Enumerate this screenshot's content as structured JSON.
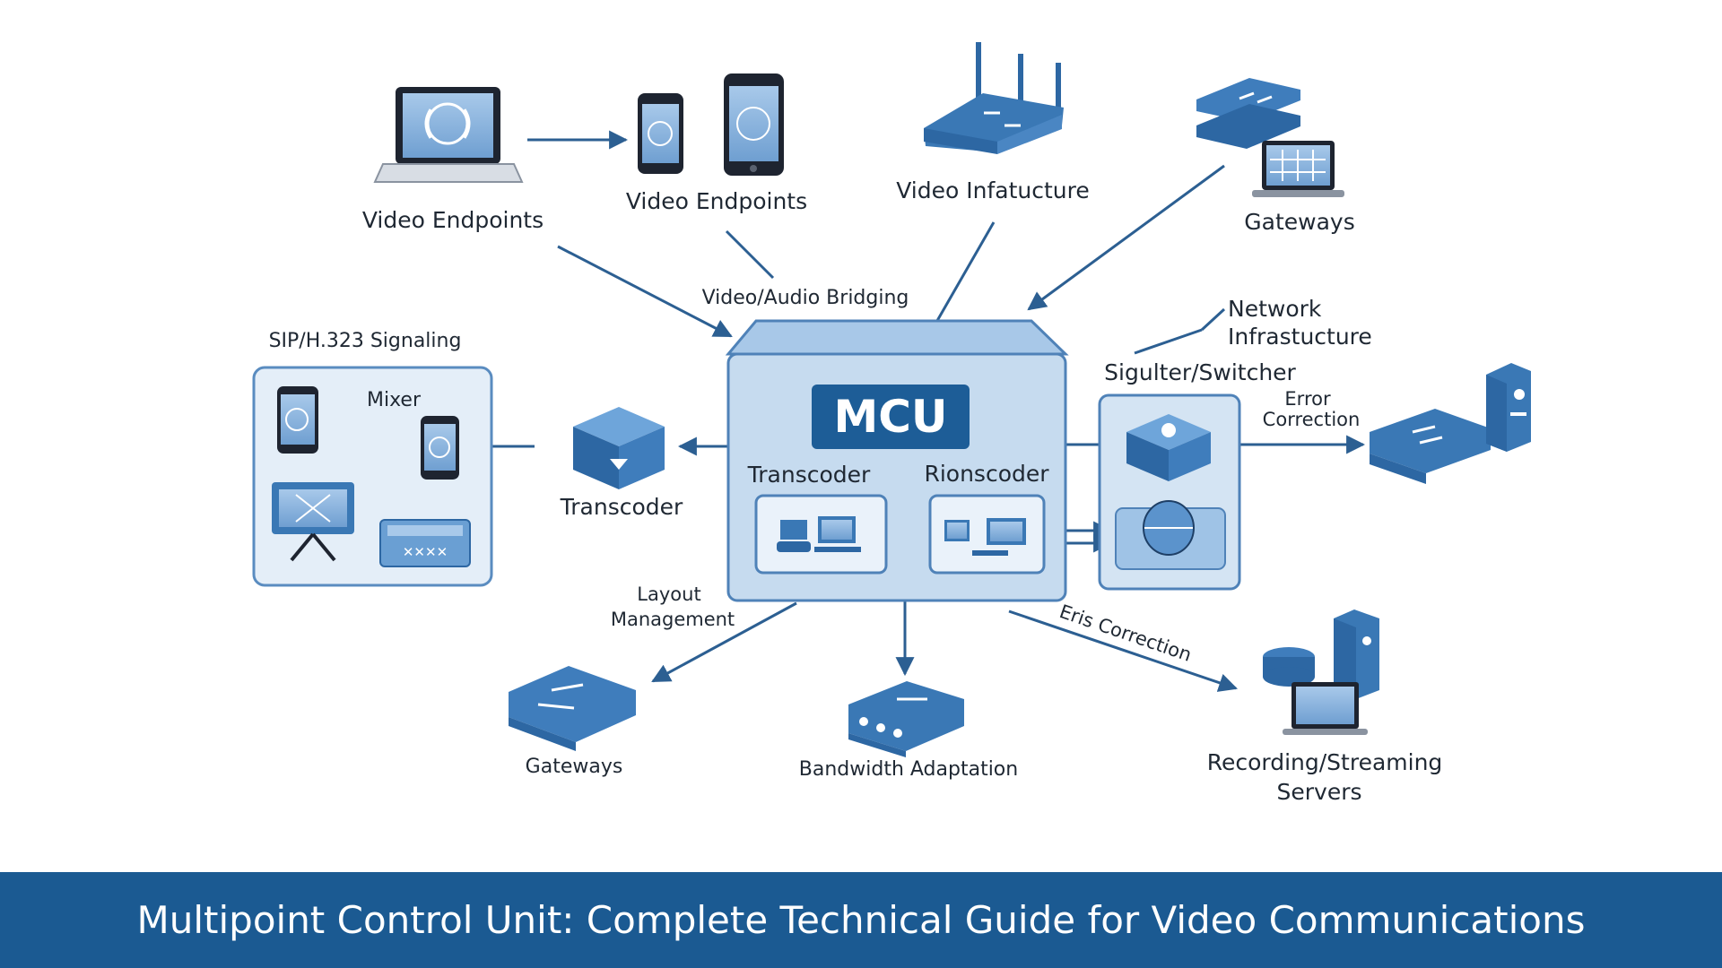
{
  "labels": {
    "video_endpoints_1": "Video Endpoints",
    "video_endpoints_2": "Video Endpoints",
    "video_infrastructure": "Video Infatucture",
    "gateways_top": "Gateways",
    "video_audio_bridging": "Video/Audio Bridging",
    "sip_signaling": "SIP/H.323 Signaling",
    "mixer": "Mixer",
    "transcoder_left": "Transcoder",
    "mcu": "MCU",
    "transcoder_inner": "Transcoder",
    "rionscoder": "Rionscoder",
    "network_infrastructure_1": "Network",
    "network_infrastructure_2": "Infrastucture",
    "signaler_switcher": "Sigulter/Switcher",
    "error_correction_1": "Error",
    "error_correction_2": "Correction",
    "layout_management_1": "Layout",
    "layout_management_2": "Management",
    "eris_correction": "Eris Correction",
    "gateways_bottom": "Gateways",
    "bandwidth_adaptation": "Bandwidth Adaptation",
    "recording_1": "Recording/Streaming",
    "recording_2": "Servers"
  },
  "footer": {
    "title": "Multipoint Control Unit: Complete Technical Guide for Video Communications"
  },
  "colors": {
    "primary": "#1b5a92",
    "box_fill": "#c6dbef",
    "device_blue": "#3a78b5",
    "arrow": "#2c5f92"
  }
}
